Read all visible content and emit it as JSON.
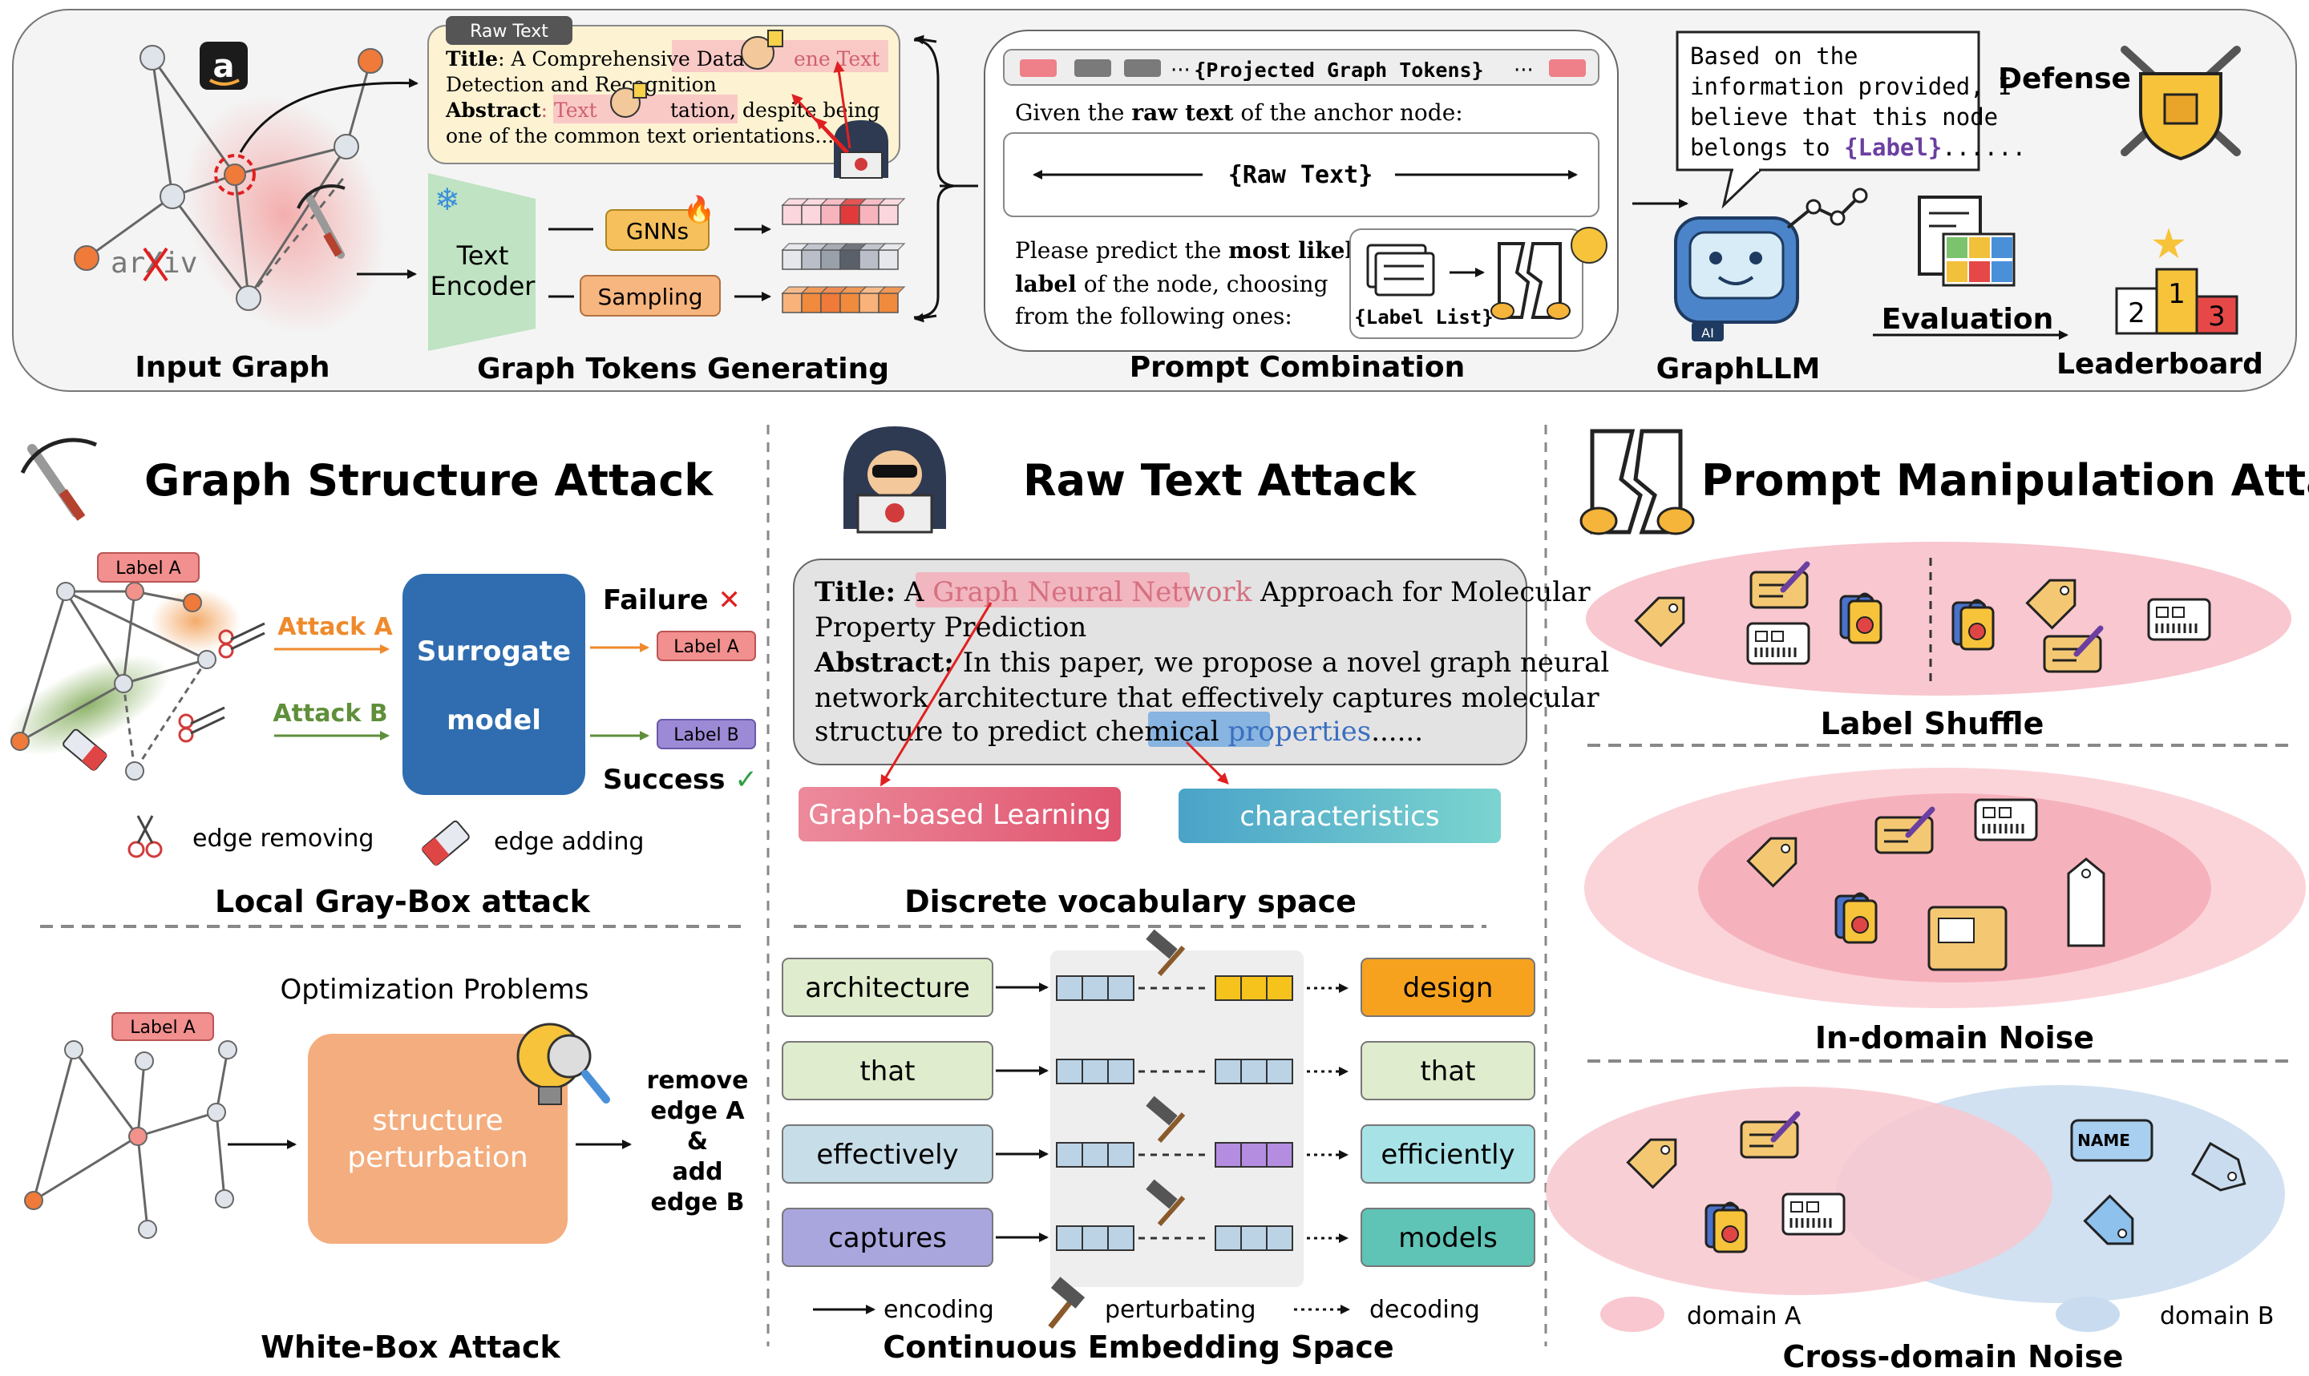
{
  "top": {
    "input_graph": "Input Graph",
    "arxiv": "arXiv",
    "amazon": "a",
    "raw_text_tag": "Raw Text",
    "rt_title_label": "Title",
    "rt_title_text": ": A Comprehensive Datas",
    "rt_title_tail": "ene Text",
    "rt_line2": "Detection and Recognition",
    "rt_abs_label": "Abstract",
    "rt_abs_text": ": Text",
    "rt_abs_tail": "tation, despite being",
    "rt_line4": "one of the common text orientations......",
    "text_encoder_1": "Text",
    "text_encoder_2": "Encoder",
    "gnns": "GNNs",
    "sampling": "Sampling",
    "graph_tokens_generating": "Graph Tokens Generating",
    "projected_tokens": "{Projected Graph Tokens}",
    "given_pre": "Given the ",
    "given_bold": "raw text",
    "given_post": " of the anchor node:",
    "raw_text_slot": "{Raw Text}",
    "predict_l1_pre": "Please predict the ",
    "predict_l1_bold": "most likely",
    "predict_l2_bold": "label",
    "predict_l2_post": " of the node, choosing",
    "predict_l3": "from the following ones:",
    "label_list": "{Label List}",
    "prompt_combination": "Prompt Combination",
    "bubble_l1": "Based on the",
    "bubble_l2": "information provided, I",
    "bubble_l3": "believe that this node",
    "bubble_l4_pre": "belongs to ",
    "bubble_l4_label": "{Label}",
    "bubble_l4_post": "......",
    "graphllm": "GraphLLM",
    "ai_tag": "AI",
    "defense": "Defense",
    "evaluation": "Evaluation",
    "leaderboard": "Leaderboard",
    "podium": [
      "2",
      "1",
      "3"
    ]
  },
  "gsa": {
    "title": "Graph Structure Attack",
    "label_a": "Label A",
    "attack_a": "Attack A",
    "attack_b": "Attack B",
    "surrogate_1": "Surrogate",
    "surrogate_2": "model",
    "failure": "Failure",
    "success": "Success",
    "out_label_a": "Label A",
    "out_label_b": "Label B",
    "edge_removing": "edge removing",
    "edge_adding": "edge adding",
    "local_gray_box": "Local Gray-Box attack",
    "optimization": "Optimization Problems",
    "wb_label_a": "Label A",
    "perturb_1": "structure",
    "perturb_2": "perturbation",
    "remove_lines": [
      "remove",
      "edge A",
      "&",
      "add",
      "edge B"
    ],
    "white_box": "White-Box Attack"
  },
  "rta": {
    "title": "Raw Text Attack",
    "card_title_label": "Title:",
    "card_l1_a": " A ",
    "card_l1_hl": "Graph Neural Network",
    "card_l1_b": " Approach for Molecular",
    "card_l2": "Property Prediction",
    "card_abs_label": "Abstract:",
    "card_l3": " In this paper, we propose a novel graph neural",
    "card_l4": "network architecture that effectively captures molecular",
    "card_l5_a": "structure to predict chemical ",
    "card_l5_hl": "properties",
    "card_l5_b": "......",
    "sub_1": "Graph-based Learning",
    "sub_2": "characteristics",
    "discrete": "Discrete vocabulary space",
    "words_in": [
      "architecture",
      "that",
      "effectively",
      "captures"
    ],
    "words_out": [
      "design",
      "that",
      "efficiently",
      "models"
    ],
    "legend_encoding": "encoding",
    "legend_perturbing": "perturbating",
    "legend_decoding": "decoding",
    "continuous": "Continuous Embedding Space"
  },
  "pma": {
    "title": "Prompt Manipulation Attack",
    "label_shuffle": "Label Shuffle",
    "in_domain": "In-domain Noise",
    "cross_domain": "Cross-domain Noise",
    "domain_a": "domain A",
    "domain_b": "domain B",
    "name_tag": "NAME"
  },
  "colors": {
    "orange_node": "#ef7a3a",
    "surrogate": "#2f6db0",
    "perturbation": "#f4ad7e",
    "gnns_box": "#f6c15c",
    "sampling_box": "#f7b57f",
    "attack_a": "#ef8a2c",
    "attack_b": "#5f8f3a",
    "label_tag": "#f28f8f",
    "label_b_tag": "#9d8ad6",
    "pink_area": "#f8c7cf",
    "blue_area": "#c9dcef"
  }
}
